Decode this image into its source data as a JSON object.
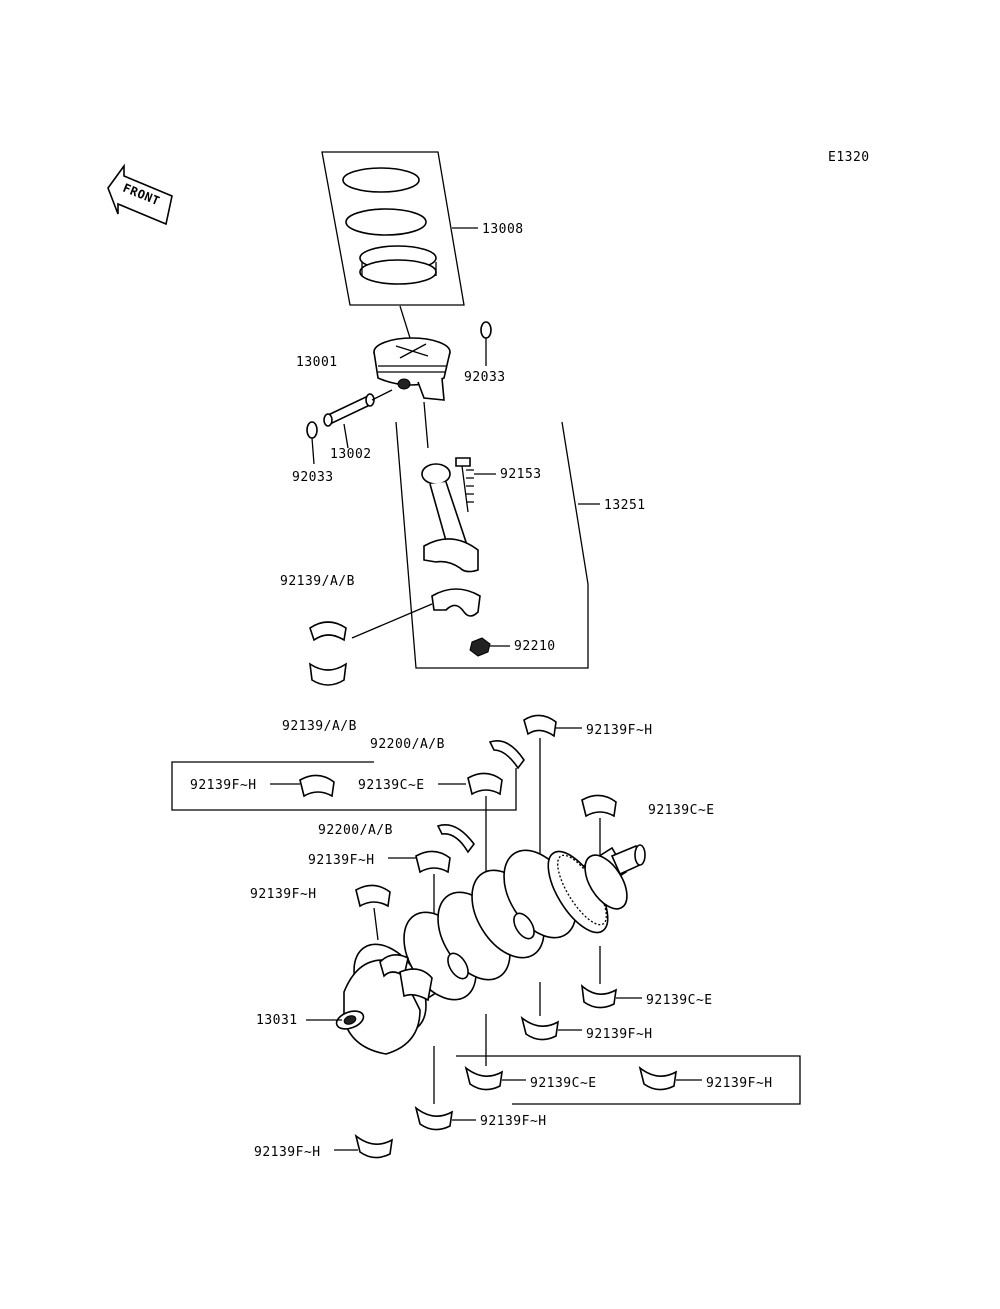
{
  "diagram_code": "E1320",
  "front_label": "FRONT",
  "labels": {
    "p13008": "13008",
    "p13001": "13001",
    "p92033_r": "92033",
    "p13002": "13002",
    "p92033_l": "92033",
    "p92153": "92153",
    "p13251": "13251",
    "p92139ab_1": "92139/A/B",
    "p92210": "92210",
    "p92139ab_2": "92139/A/B",
    "p92200ab_1": "92200/A/B",
    "p92139fh_1": "92139F~H",
    "p92139fh_box": "92139F~H",
    "p92139ce_box": "92139C~E",
    "p92139ce_1": "92139C~E",
    "p92200ab_2": "92200/A/B",
    "p92139fh_2": "92139F~H",
    "p92139fh_3": "92139F~H",
    "p13031": "13031",
    "p92139ce_2": "92139C~E",
    "p92139fh_4": "92139F~H",
    "p92139ce_3": "92139C~E",
    "p92139fh_5": "92139F~H",
    "p92139fh_6": "92139F~H",
    "p92139fh_7": "92139F~H"
  }
}
